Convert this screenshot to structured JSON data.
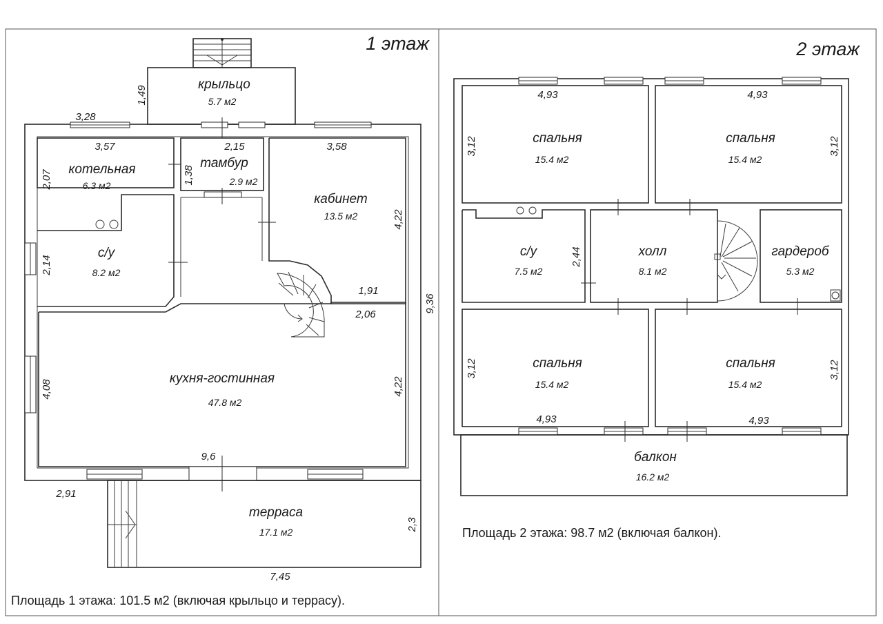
{
  "floor1": {
    "title": "1 этаж",
    "note": "Площадь 1 этажа: 101.5 м2 (включая крыльцо и террасу).",
    "rooms": {
      "porch": {
        "name": "крыльцо",
        "area": "5.7 м2"
      },
      "boiler": {
        "name": "котельная",
        "area": "6.3 м2"
      },
      "vestibule": {
        "name": "тамбур",
        "area": "2.9 м2"
      },
      "study": {
        "name": "кабинет",
        "area": "13.5 м2"
      },
      "bathroom": {
        "name": "с/у",
        "area": "8.2 м2"
      },
      "kitchen": {
        "name": "кухня-гостинная",
        "area": "47.8 м2"
      },
      "terrace": {
        "name": "терраса",
        "area": "17.1 м2"
      }
    },
    "dims": {
      "d149": "1,49",
      "d328": "3,28",
      "d357": "3,57",
      "d215": "2,15",
      "d358": "3,58",
      "d207": "2,07",
      "d138": "1,38",
      "d422a": "4,22",
      "d214": "2,14",
      "d191": "1,91",
      "d206": "2,06",
      "d936": "9,36",
      "d408": "4,08",
      "d422b": "4,22",
      "d96": "9,6",
      "d291": "2,91",
      "d23": "2,3",
      "d745": "7,45"
    }
  },
  "floor2": {
    "title": "2 этаж",
    "note": "Площадь 2 этажа: 98.7 м2 (включая балкон).",
    "rooms": {
      "bed1": {
        "name": "спальня",
        "area": "15.4 м2"
      },
      "bed2": {
        "name": "спальня",
        "area": "15.4 м2"
      },
      "bath": {
        "name": "с/у",
        "area": "7.5 м2"
      },
      "hall": {
        "name": "холл",
        "area": "8.1 м2"
      },
      "wardrobe": {
        "name": "гардероб",
        "area": "5.3 м2"
      },
      "bed3": {
        "name": "спальня",
        "area": "15.4 м2"
      },
      "bed4": {
        "name": "спальня",
        "area": "15.4 м2"
      },
      "balcony": {
        "name": "балкон",
        "area": "16.2 м2"
      }
    },
    "dims": {
      "t493a": "4,93",
      "t493b": "4,93",
      "l312a": "3,12",
      "r312a": "3,12",
      "d244": "2,44",
      "l312b": "3,12",
      "r312b": "3,12",
      "b493a": "4,93",
      "b493b": "4,93"
    }
  }
}
